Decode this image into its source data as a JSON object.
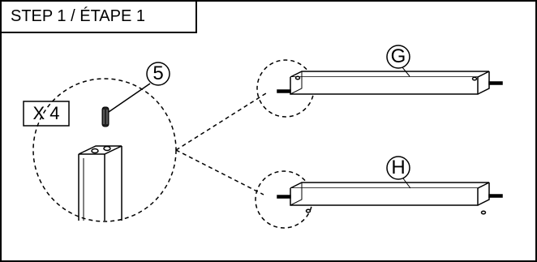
{
  "step_title": "STEP 1 / ÉTAPE 1",
  "quantity": "X 4",
  "callouts": {
    "dowel": "5",
    "rail_g": "G",
    "rail_h": "H"
  },
  "colors": {
    "line": "#000000",
    "background": "#ffffff"
  }
}
